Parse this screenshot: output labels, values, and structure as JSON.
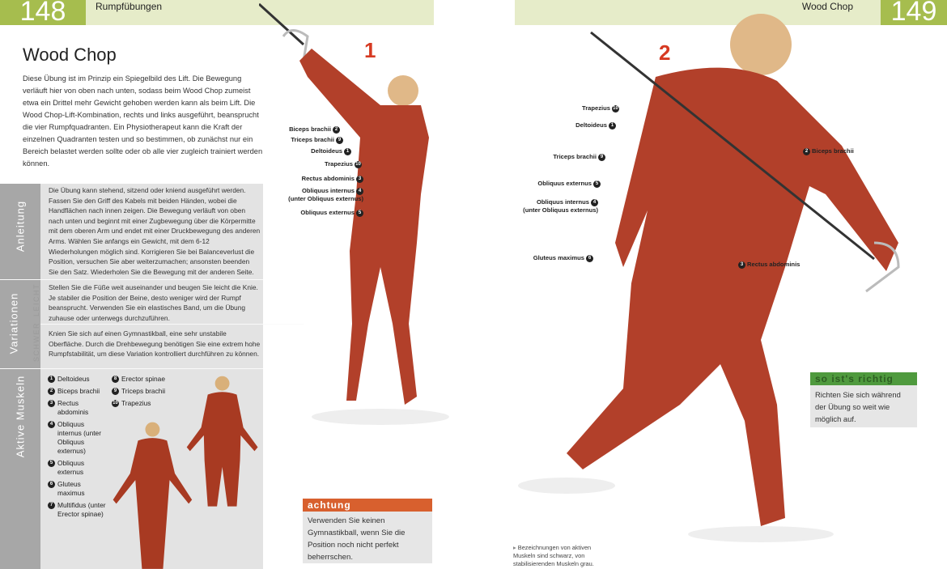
{
  "left_page": {
    "page_number": "148",
    "section": "Rumpfübungen",
    "title": "Wood Chop",
    "intro": "Diese Übung ist im Prinzip ein Spiegelbild des Lift. Die Bewegung verläuft hier von oben nach unten, sodass beim Wood Chop zumeist etwa ein Drittel mehr Gewicht gehoben werden kann als beim Lift. Die Wood Chop-Lift-Kombination, rechts und links ausgeführt, beansprucht die vier Rumpfquadranten. Ein Physiotherapeut kann die Kraft der einzelnen Quadranten testen und so bestimmen, ob zunächst nur ein Bereich belastet werden sollte oder ob alle vier zugleich trainiert werden können.",
    "anleitung": {
      "label": "Anleitung",
      "text": "Die Übung kann stehend, sitzend oder kniend ausgeführt werden. Fassen Sie den Griff des Kabels mit beiden Händen, wobei die Handflächen nach innen zeigen. Die Bewegung verläuft von oben nach unten und beginnt mit einer Zugbewegung über die Körpermitte mit dem oberen Arm und endet mit einer Druckbewegung des anderen Arms. Wählen Sie anfangs ein Gewicht, mit dem 6-12 Wiederholungen möglich sind. Korrigieren Sie bei Balanceverlust die Position, versuchen Sie aber weiterzumachen; ansonsten beenden Sie den Satz. Wiederholen Sie die Bewegung mit der anderen Seite."
    },
    "variationen": {
      "label": "Variationen",
      "leicht": {
        "label": "LEICHT",
        "text": "Stellen Sie die Füße weit auseinander und beugen Sie leicht die Knie. Je stabiler die Position der Beine, desto weniger wird der Rumpf beansprucht. Verwenden Sie ein elastisches Band, um die Übung zuhause oder unterwegs durchzuführen."
      },
      "schwer": {
        "label": "SCHWER",
        "text": "Knien Sie sich auf einen Gymnastikball, eine sehr unstabile Oberfläche. Durch die Drehbewegung benötigen Sie eine extrem hohe Rumpfstabilität, um diese Variation kontrolliert durchführen zu können."
      }
    },
    "aktive_muskeln": {
      "label": "Aktive Muskeln",
      "col1": [
        {
          "n": "1",
          "name": "Deltoideus"
        },
        {
          "n": "2",
          "name": "Biceps brachii"
        },
        {
          "n": "3",
          "name": "Rectus abdominis"
        },
        {
          "n": "4",
          "name": "Obliquus internus (unter Obliquus externus)"
        },
        {
          "n": "5",
          "name": "Obliquus externus"
        },
        {
          "n": "6",
          "name": "Gluteus maximus"
        },
        {
          "n": "7",
          "name": "Multifidus (unter Erector spinae)"
        }
      ],
      "col2": [
        {
          "n": "8",
          "name": "Erector spinae"
        },
        {
          "n": "9",
          "name": "Triceps brachii"
        },
        {
          "n": "10",
          "name": "Trapezius"
        }
      ]
    },
    "figure1": {
      "step": "1",
      "labels": [
        {
          "n": "2",
          "name": "Biceps brachii"
        },
        {
          "n": "9",
          "name": "Triceps brachii"
        },
        {
          "n": "1",
          "name": "Deltoideus"
        },
        {
          "n": "10",
          "name": "Trapezius"
        },
        {
          "n": "3",
          "name": "Rectus abdominis"
        },
        {
          "n": "4",
          "name": "Obliquus internus",
          "sub": "(unter Obliquus externus)"
        },
        {
          "n": "5",
          "name": "Obliquus externus"
        }
      ]
    },
    "warning": {
      "title": "achtung",
      "text": "Verwenden Sie keinen Gymnastikball, wenn Sie die Position noch nicht perfekt beherrschen.",
      "color": "#d8602e"
    }
  },
  "right_page": {
    "page_number": "149",
    "section": "Wood Chop",
    "figure2": {
      "step": "2",
      "labels": [
        {
          "n": "10",
          "name": "Trapezius"
        },
        {
          "n": "1",
          "name": "Deltoideus"
        },
        {
          "n": "9",
          "name": "Triceps brachii"
        },
        {
          "n": "5",
          "name": "Obliquus externus"
        },
        {
          "n": "4",
          "name": "Obliquus internus",
          "sub": "(unter Obliquus externus)"
        },
        {
          "n": "6",
          "name": "Gluteus maximus"
        },
        {
          "n": "2",
          "name": "Biceps brachii"
        },
        {
          "n": "3",
          "name": "Rectus abdominis"
        }
      ]
    },
    "tip": {
      "title": "so ist's richtig",
      "text": "Richten Sie sich während der Übung so weit wie möglich auf.",
      "color": "#4f9a3e"
    },
    "legend_note": "Bezeichnungen von aktiven Muskeln sind schwarz, von stabilisierenden Muskeln grau."
  }
}
